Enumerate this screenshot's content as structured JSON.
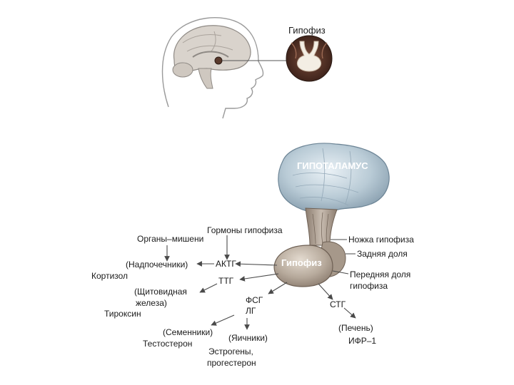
{
  "top_figure": {
    "label": "Гипофиз"
  },
  "bottom_figure": {
    "hypothalamus_label": "ГИПОТАЛАМУС",
    "pituitary_label": "Гипофиз",
    "header_target_organs": "Органы–мишени",
    "header_hormones": "Гормоны гипофиза",
    "stalk_label": "Ножка гипофиза",
    "posterior_lobe_label": "Задняя доля",
    "anterior_lobe_label_line1": "Передняя доля",
    "anterior_lobe_label_line2": "гипофиза",
    "axis_adrenal": {
      "hormone": "АКТГ",
      "organ": "(Надпочечники)",
      "product": "Кортизол"
    },
    "axis_thyroid": {
      "hormone": "ТТГ",
      "organ_line1": "(Щитовидная",
      "organ_line2": "железа)",
      "product": "Тироксин"
    },
    "axis_gonads": {
      "hormone_line1": "ФСГ",
      "hormone_line2": "ЛГ",
      "organ_male": "(Семенники)",
      "product_male": "Тестостерон",
      "organ_female": "(Яичники)",
      "product_female_line1": "Эстрогены,",
      "product_female_line2": "прогестерон"
    },
    "axis_liver": {
      "hormone": "СТГ",
      "organ": "(Печень)",
      "product": "ИФР–1"
    }
  },
  "colors": {
    "line": "#4a4a4a",
    "hypothalamus_fill": "#b9cbd6",
    "hypothalamus_shade": "#7e95a6",
    "pituitary_fill": "#b7aa9c",
    "pituitary_shade": "#8c7d70",
    "brain_fill": "#d9d3cc",
    "inset_bg": "#4a2c22",
    "inset_gland": "#f3eee4"
  }
}
